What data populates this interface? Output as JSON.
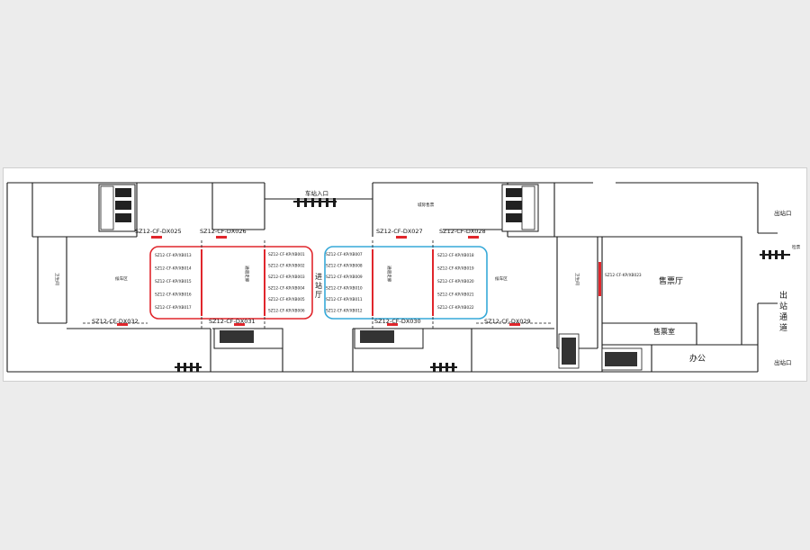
{
  "colors": {
    "zone_left": "#e0262c",
    "zone_right": "#36a9d8",
    "marker": "#e0262c",
    "wall": "#1a1a1a"
  },
  "labels": {
    "station_entrance": "车站入口",
    "intercity_tickets": "城际售票",
    "exit_top": "出站口",
    "exit_bottom": "出站口",
    "ticket_check": "检票",
    "exit_passage": [
      "出",
      "站",
      "通",
      "道"
    ],
    "ticket_hall": "售票厅",
    "ticket_office": "售票室",
    "office": "办公",
    "waiting_left": "候车区",
    "waiting_right": "候车区",
    "corridor_left": "通道走廊",
    "corridor_right": "通道走廊",
    "station_hall": [
      "进",
      "站",
      "厅"
    ],
    "small_room_left": "卫生间",
    "small_room_right": "卫生间"
  },
  "ad_positions": {
    "dx025": "SZ12-CF-DX025",
    "dx026": "SZ12-CF-DX026",
    "dx027": "SZ12-CF-DX027",
    "dx028": "SZ12-CF-DX028",
    "dx032": "SZ12-CF-DX032",
    "dx031": "SZ12-CF-DX031",
    "dx030": "SZ12-CF-DX030",
    "dx029": "SZ12-CF-DX029",
    "xb023": "SZ12-CF-KP/XB023"
  },
  "left_zone_col1": [
    "SZ12-CF-KP/XB013",
    "SZ12-CF-KP/XB014",
    "SZ12-CF-KP/XB015",
    "SZ12-CF-KP/XB016",
    "SZ12-CF-KP/XB017"
  ],
  "left_zone_col2": [
    "SZ12-CF-KP/XB001",
    "SZ12-CF-KP/XB002",
    "SZ12-CF-KP/XB003",
    "SZ12-CF-KP/XB004",
    "SZ12-CF-KP/XB005",
    "SZ12-CF-KP/XB006"
  ],
  "right_zone_col1": [
    "SZ12-CF-KP/XB007",
    "SZ12-CF-KP/XB008",
    "SZ12-CF-KP/XB009",
    "SZ12-CF-KP/XB010",
    "SZ12-CF-KP/XB011",
    "SZ12-CF-KP/XB012"
  ],
  "right_zone_col2": [
    "SZ12-CF-KP/XB018",
    "SZ12-CF-KP/XB019",
    "SZ12-CF-KP/XB020",
    "SZ12-CF-KP/XB021",
    "SZ12-CF-KP/XB022"
  ]
}
